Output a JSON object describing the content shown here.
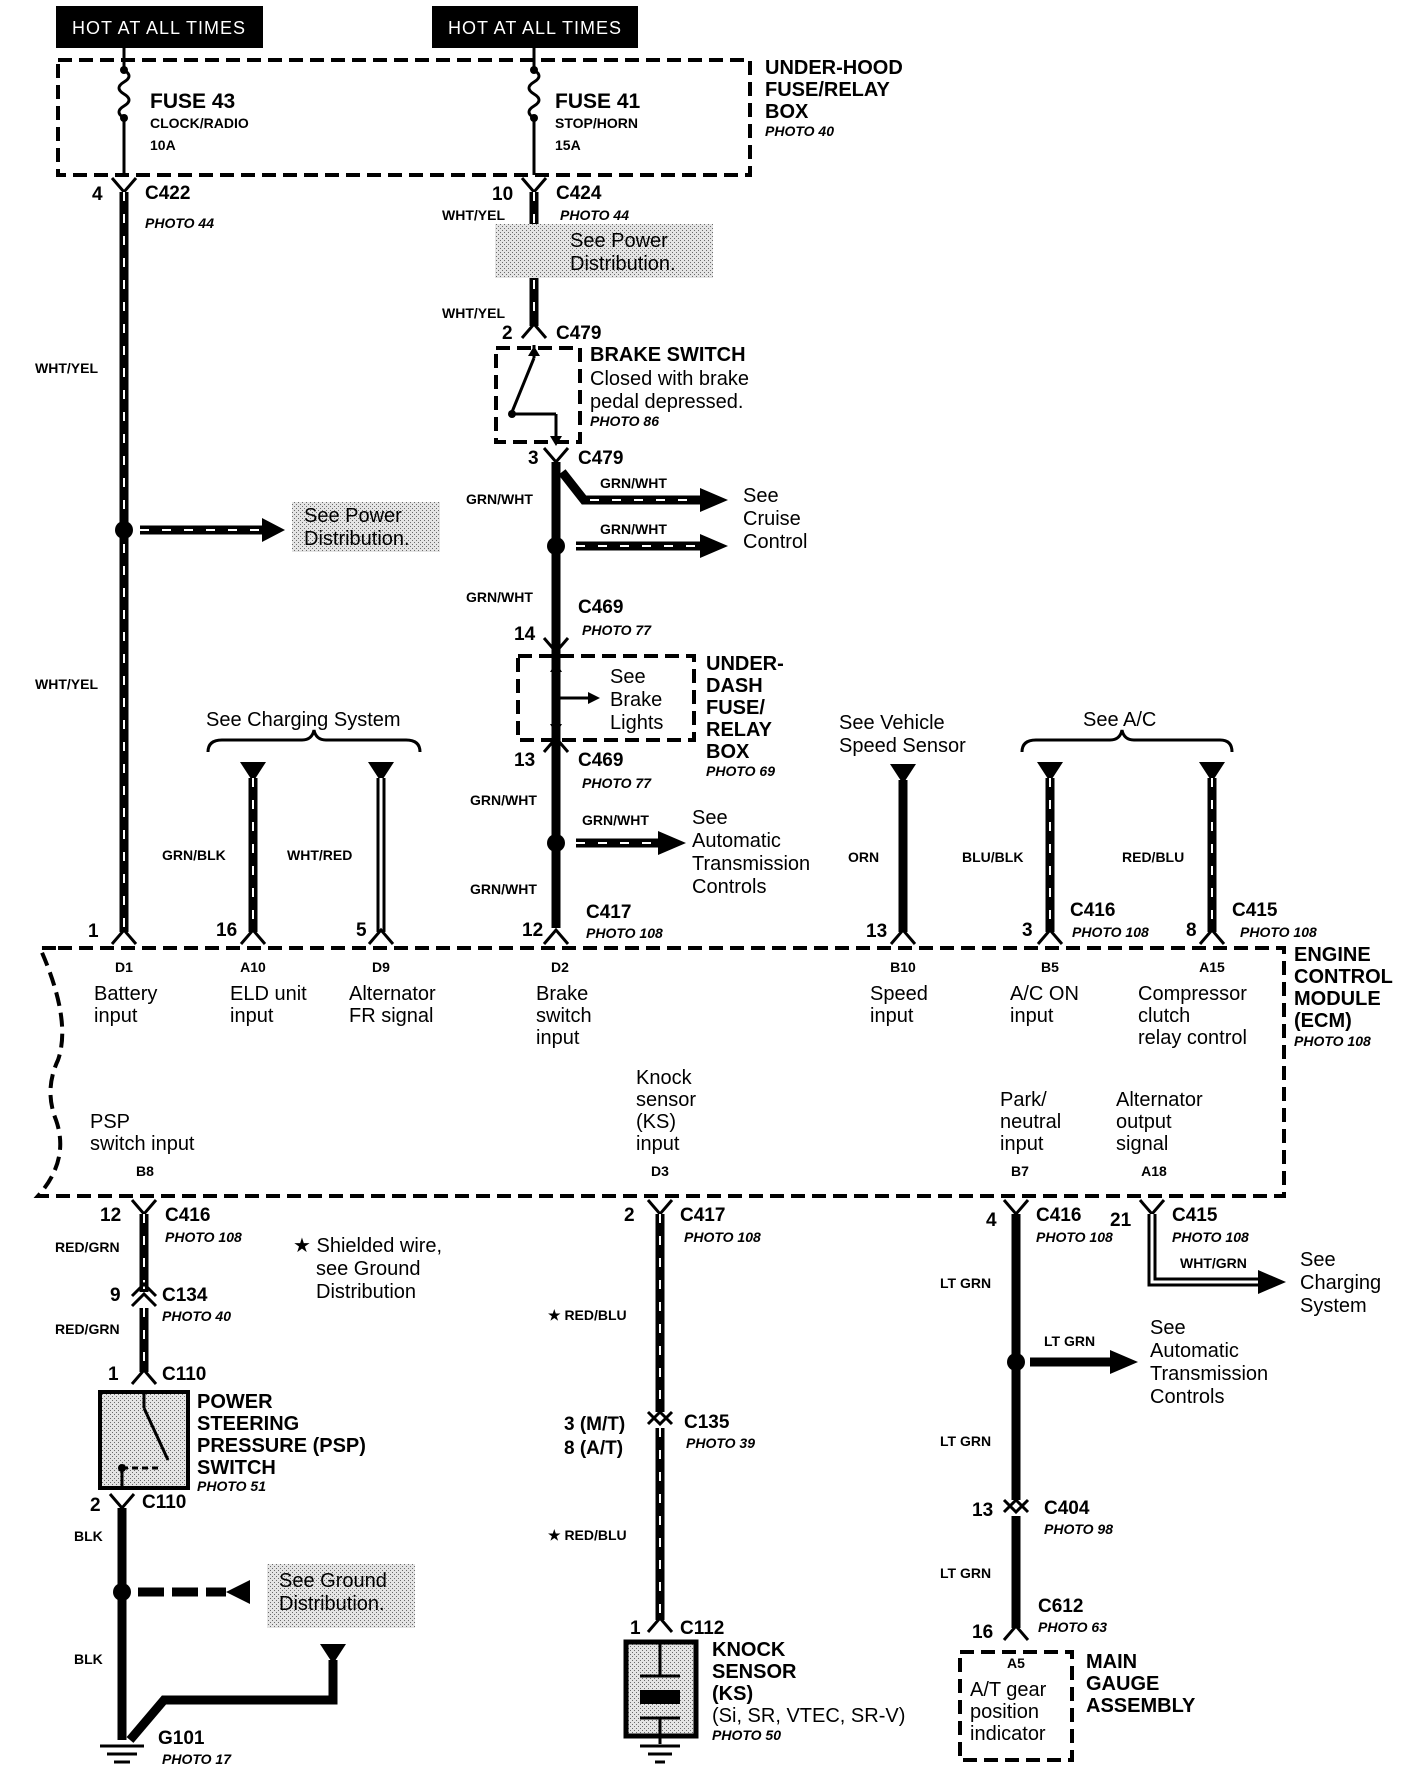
{
  "hot_labels": [
    "HOT AT ALL TIMES",
    "HOT AT ALL TIMES"
  ],
  "fuse_box": {
    "title": [
      "UNDER-HOOD",
      "FUSE/RELAY",
      "BOX"
    ],
    "photo": "PHOTO 40",
    "fuse43": {
      "name": "FUSE 43",
      "circuit": "CLOCK/RADIO",
      "rating": "10A"
    },
    "fuse41": {
      "name": "FUSE 41",
      "circuit": "STOP/HORN",
      "rating": "15A"
    }
  },
  "left_branch": {
    "pin_top": "4",
    "connector": "C422",
    "photo": "PHOTO 44",
    "wire1": "WHT/YEL",
    "wire2": "WHT/YEL",
    "see": [
      "See Power",
      "Distribution."
    ],
    "pin_ecm": "1"
  },
  "brake_branch": {
    "pin_top": "10",
    "connector": "C424",
    "photo": "PHOTO 44",
    "wire1": "WHT/YEL",
    "wire2": "WHT/YEL",
    "see_power": [
      "See Power",
      "Distribution."
    ],
    "c479_top_pin": "2",
    "c479": "C479",
    "switch_title": "BRAKE SWITCH",
    "switch_desc": [
      "Closed with brake",
      "pedal depressed."
    ],
    "switch_photo": "PHOTO 86",
    "c479_bot_pin": "3",
    "c479_bot": "C479",
    "wire3": "GRN/WHT",
    "cruise_wire_a": "GRN/WHT",
    "cruise_wire_b": "GRN/WHT",
    "cruise_see": [
      "See",
      "Cruise",
      "Control"
    ],
    "wire4": "GRN/WHT",
    "c469_pin_a": "14",
    "c469_a": "C469",
    "c469_photo_a": "PHOTO 77",
    "dash_box_see": [
      "See",
      "Brake",
      "Lights"
    ],
    "dash_box_title": [
      "UNDER-",
      "DASH",
      "FUSE/",
      "RELAY",
      "BOX"
    ],
    "dash_box_photo": "PHOTO 69",
    "c469_pin_b": "13",
    "c469_b": "C469",
    "c469_photo_b": "PHOTO 77",
    "wire5": "GRN/WHT",
    "atc_wire": "GRN/WHT",
    "atc_see": [
      "See",
      "Automatic",
      "Transmission",
      "Controls"
    ],
    "wire6": "GRN/WHT",
    "pin_ecm": "12",
    "c417": "C417",
    "c417_photo": "PHOTO 108"
  },
  "charging_top": {
    "see": "See Charging System",
    "wire_a": "GRN/BLK",
    "pin_a": "16",
    "wire_b": "WHT/RED",
    "pin_b": "5"
  },
  "vss": {
    "see": [
      "See Vehicle",
      "Speed Sensor"
    ],
    "wire": "ORN",
    "pin": "13"
  },
  "ac": {
    "see": "See A/C",
    "wire_a": "BLU/BLK",
    "pin_a": "3",
    "conn_a": "C416",
    "photo_a": "PHOTO 108",
    "wire_b": "RED/BLU",
    "pin_b": "8",
    "conn_b": "C415",
    "photo_b": "PHOTO 108"
  },
  "ecm": {
    "title": [
      "ENGINE",
      "CONTROL",
      "MODULE",
      "(ECM)"
    ],
    "photo": "PHOTO 108",
    "top_pins": [
      {
        "code": "D1",
        "label": [
          "Battery",
          "input"
        ]
      },
      {
        "code": "A10",
        "label": [
          "ELD unit",
          "input"
        ]
      },
      {
        "code": "D9",
        "label": [
          "Alternator",
          "FR signal"
        ]
      },
      {
        "code": "D2",
        "label": [
          "Brake",
          "switch",
          "input"
        ]
      },
      {
        "code": "B10",
        "label": [
          "Speed",
          "input"
        ]
      },
      {
        "code": "B5",
        "label": [
          "A/C ON",
          "input"
        ]
      },
      {
        "code": "A15",
        "label": [
          "Compressor",
          "clutch",
          "relay control"
        ]
      }
    ],
    "bottom_pins": [
      {
        "code": "B8",
        "label": [
          "PSP",
          "switch input"
        ]
      },
      {
        "code": "D3",
        "label": [
          "Knock",
          "sensor",
          "(KS)",
          "input"
        ]
      },
      {
        "code": "B7",
        "label": [
          "Park/",
          "neutral",
          "input"
        ]
      },
      {
        "code": "A18",
        "label": [
          "Alternator",
          "output",
          "signal"
        ]
      }
    ]
  },
  "psp_branch": {
    "pin1": "12",
    "conn1": "C416",
    "photo1": "PHOTO 108",
    "wire1": "RED/GRN",
    "pin2": "9",
    "conn2": "C134",
    "photo2": "PHOTO 40",
    "wire2": "RED/GRN",
    "pin3": "1",
    "conn3": "C110",
    "switch_title": [
      "POWER",
      "STEERING",
      "PRESSURE (PSP)",
      "SWITCH"
    ],
    "switch_photo": "PHOTO 51",
    "pin4": "2",
    "conn4": "C110",
    "wire3": "BLK",
    "wire4": "BLK",
    "see_ground": [
      "See Ground",
      "Distribution."
    ],
    "ground": "G101",
    "ground_photo": "PHOTO 17"
  },
  "shield_note": [
    "★ Shielded wire,",
    "see Ground",
    "Distribution"
  ],
  "ks_branch": {
    "pin1": "2",
    "conn1": "C417",
    "photo1": "PHOTO 108",
    "wire1": "★ RED/BLU",
    "pins_c135": [
      "3  (M/T)",
      "8  (A/T)"
    ],
    "c135": "C135",
    "c135_photo": "PHOTO 39",
    "wire2": "★ RED/BLU",
    "pin_c112": "1",
    "c112": "C112",
    "sensor_title": [
      "KNOCK",
      "SENSOR",
      "(KS)"
    ],
    "sensor_models": "(Si, SR, VTEC, SR-V)",
    "sensor_photo": "PHOTO 50"
  },
  "pn_branch": {
    "pin1": "4",
    "conn1": "C416",
    "photo1": "PHOTO 108",
    "wire1": "LT GRN",
    "atc_wire": "LT GRN",
    "atc_see": [
      "See",
      "Automatic",
      "Transmission",
      "Controls"
    ],
    "wire2": "LT GRN",
    "pin_c404": "13",
    "c404": "C404",
    "c404_photo": "PHOTO 98",
    "wire3": "LT GRN",
    "c612": "C612",
    "c612_photo": "PHOTO 63",
    "pin_c612": "16",
    "gauge_code": "A5",
    "gauge_label": [
      "A/T gear",
      "position",
      "indicator"
    ],
    "gauge_title": [
      "MAIN",
      "GAUGE",
      "ASSEMBLY"
    ]
  },
  "alt_branch": {
    "pin1": "21",
    "conn1": "C415",
    "photo1": "PHOTO 108",
    "wire": "WHT/GRN",
    "see": [
      "See",
      "Charging",
      "System"
    ]
  }
}
